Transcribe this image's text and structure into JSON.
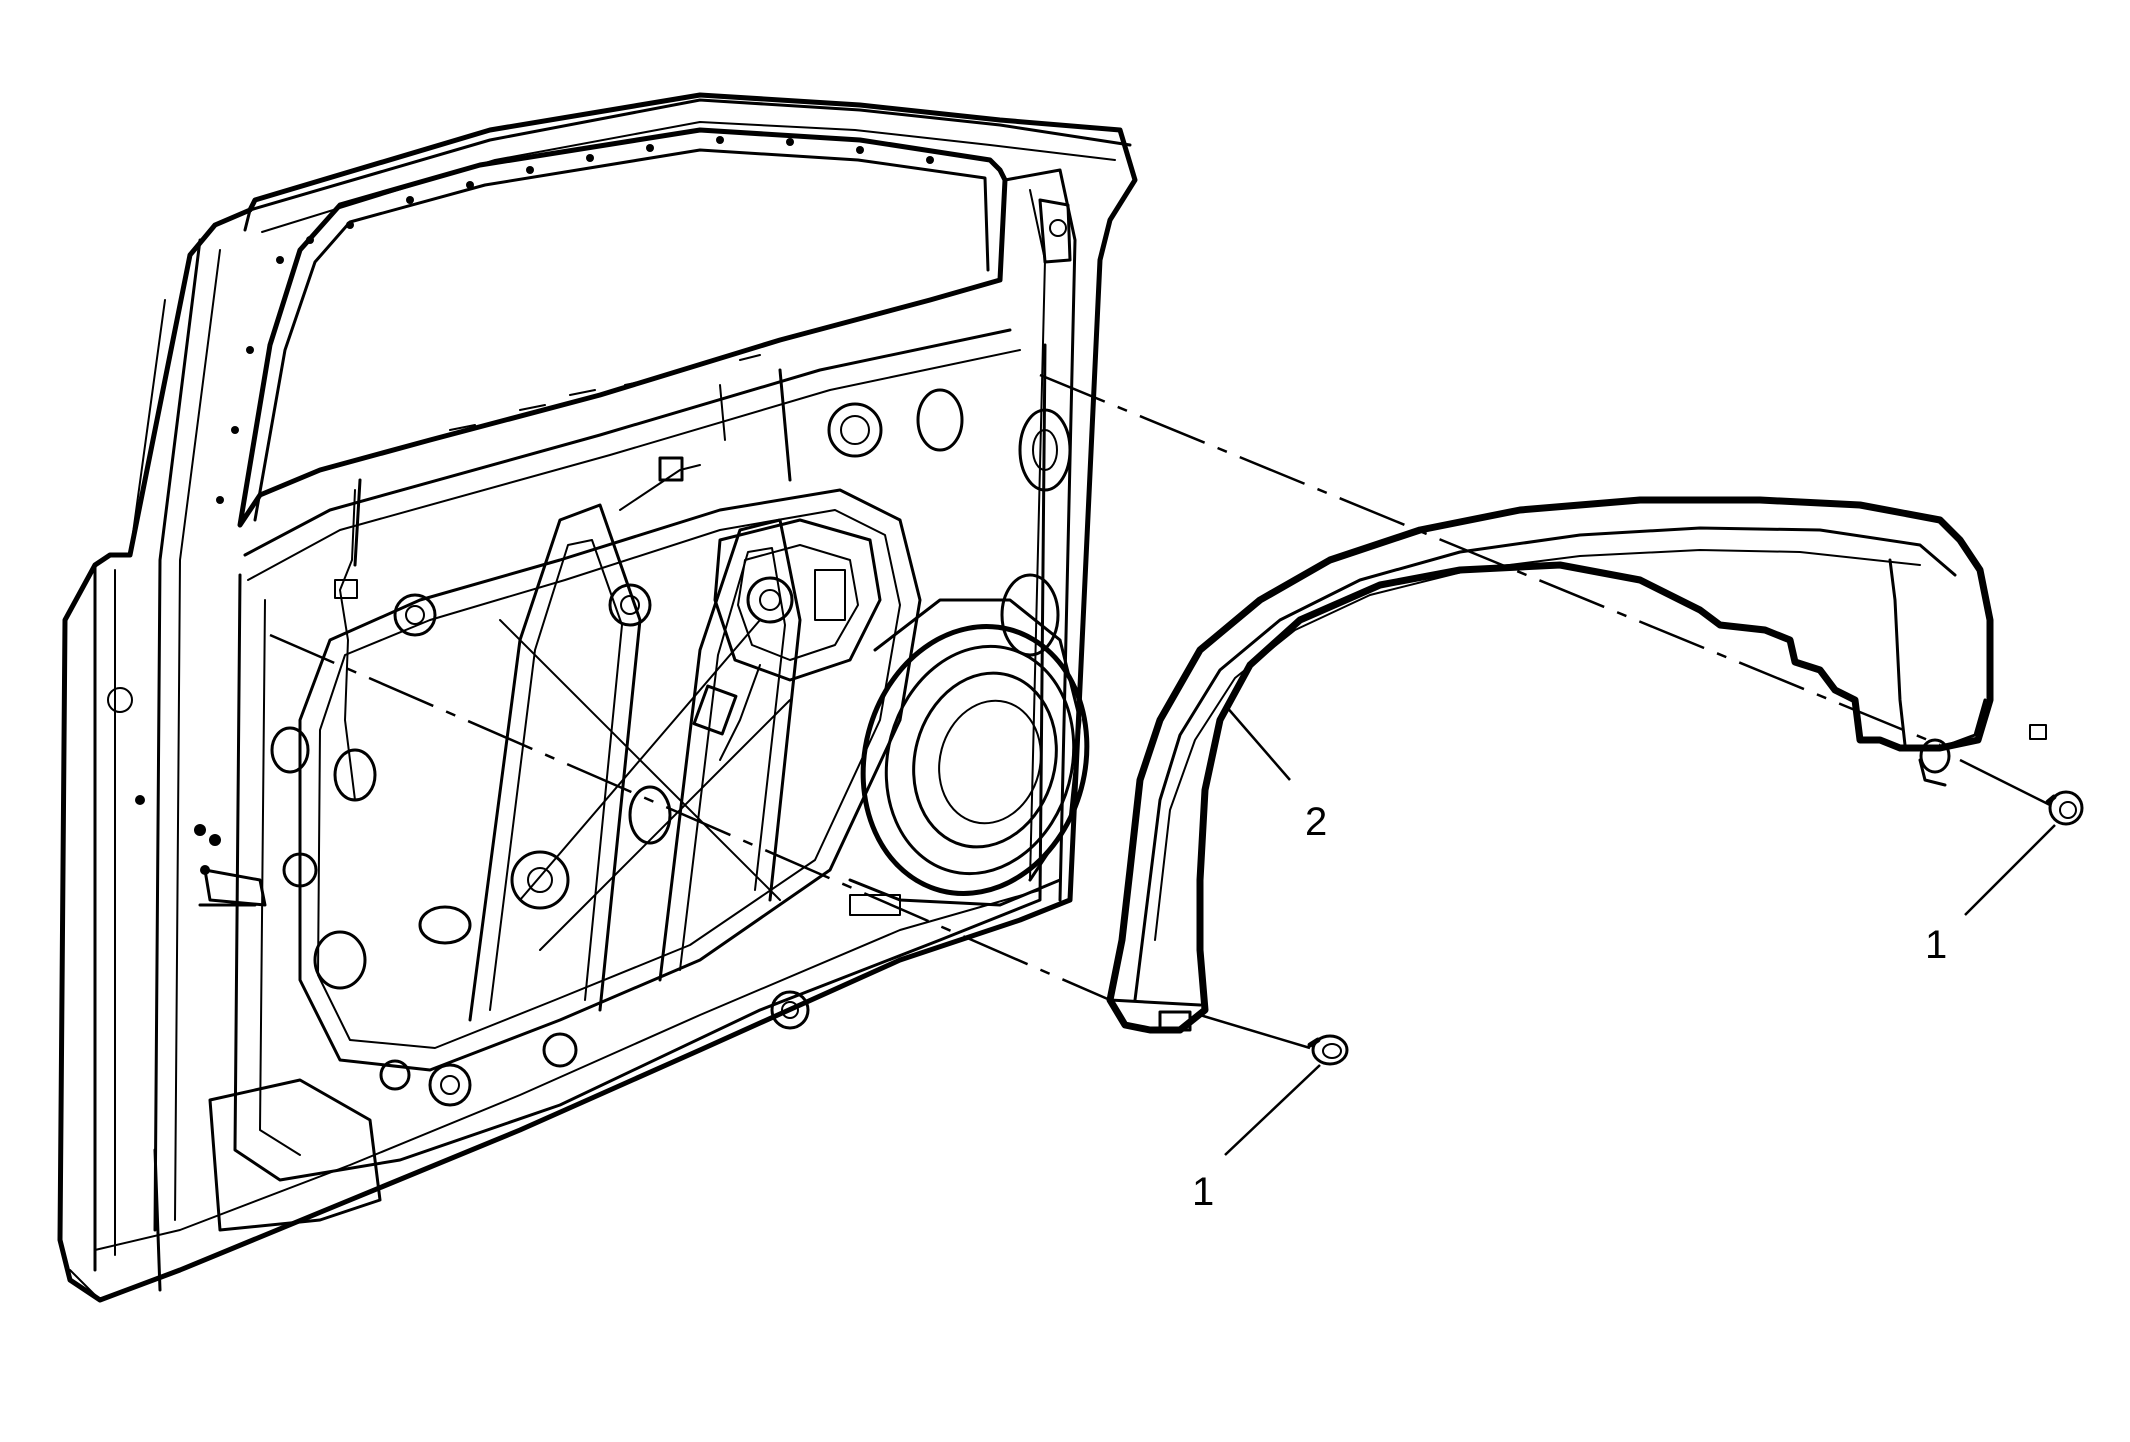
{
  "callouts": [
    {
      "id": "fastener-front",
      "label": "1"
    },
    {
      "id": "fastener-rear",
      "label": "1"
    },
    {
      "id": "window-frame-trim",
      "label": "2"
    }
  ]
}
